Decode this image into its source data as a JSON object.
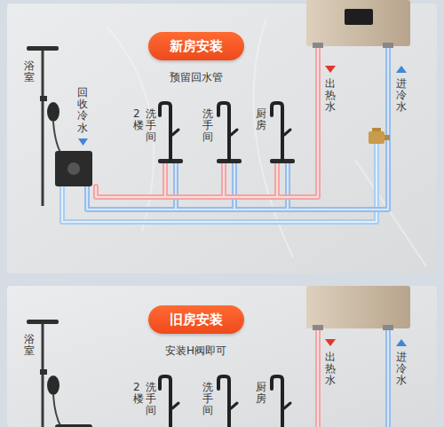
{
  "diagram": {
    "nodes": [
      {
        "text": [
          "新房安装"
        ]
      },
      {
        "text": [
          "旧房安装"
        ]
      }
    ],
    "labels": [
      "浴室",
      "回收冷水",
      "预留回水管",
      "2楼",
      "洗手间",
      "洗手间",
      "厨房",
      "出热水",
      "进冷水",
      "浴室",
      "安装H阀即可",
      "2楼",
      "洗手间",
      "洗手间",
      "厨房",
      "出热水",
      "进冷水"
    ]
  }
}
